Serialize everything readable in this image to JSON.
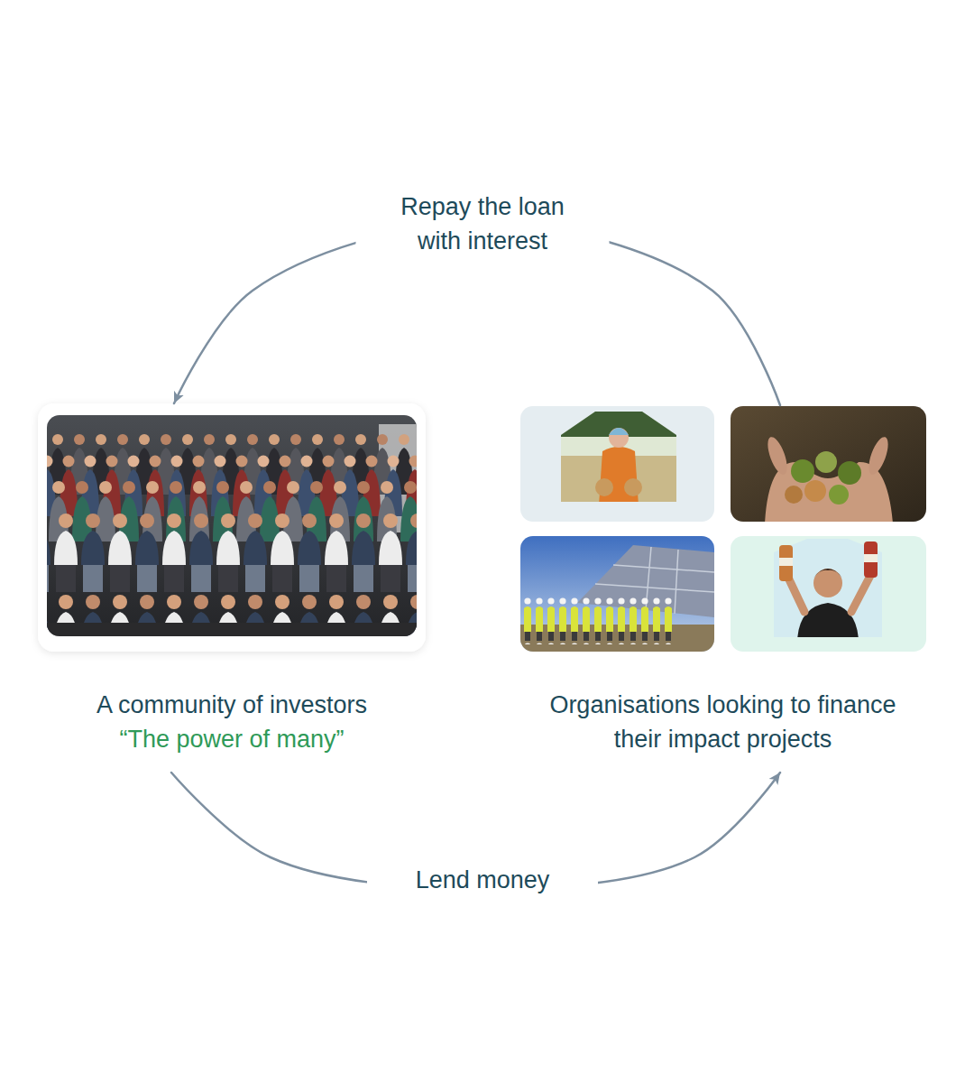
{
  "diagram": {
    "nodes": [
      {
        "text": [
          "A community of investors",
          "“The power of many”"
        ]
      },
      {
        "text": [
          "Organisations looking to finance their impact projects"
        ]
      }
    ],
    "edges": [
      {
        "from": 0,
        "to": 1,
        "label": "Lend money",
        "arrow": "to"
      },
      {
        "from": 1,
        "to": 0,
        "label": "Repay the loan with interest",
        "arrow": "to"
      }
    ]
  }
}
